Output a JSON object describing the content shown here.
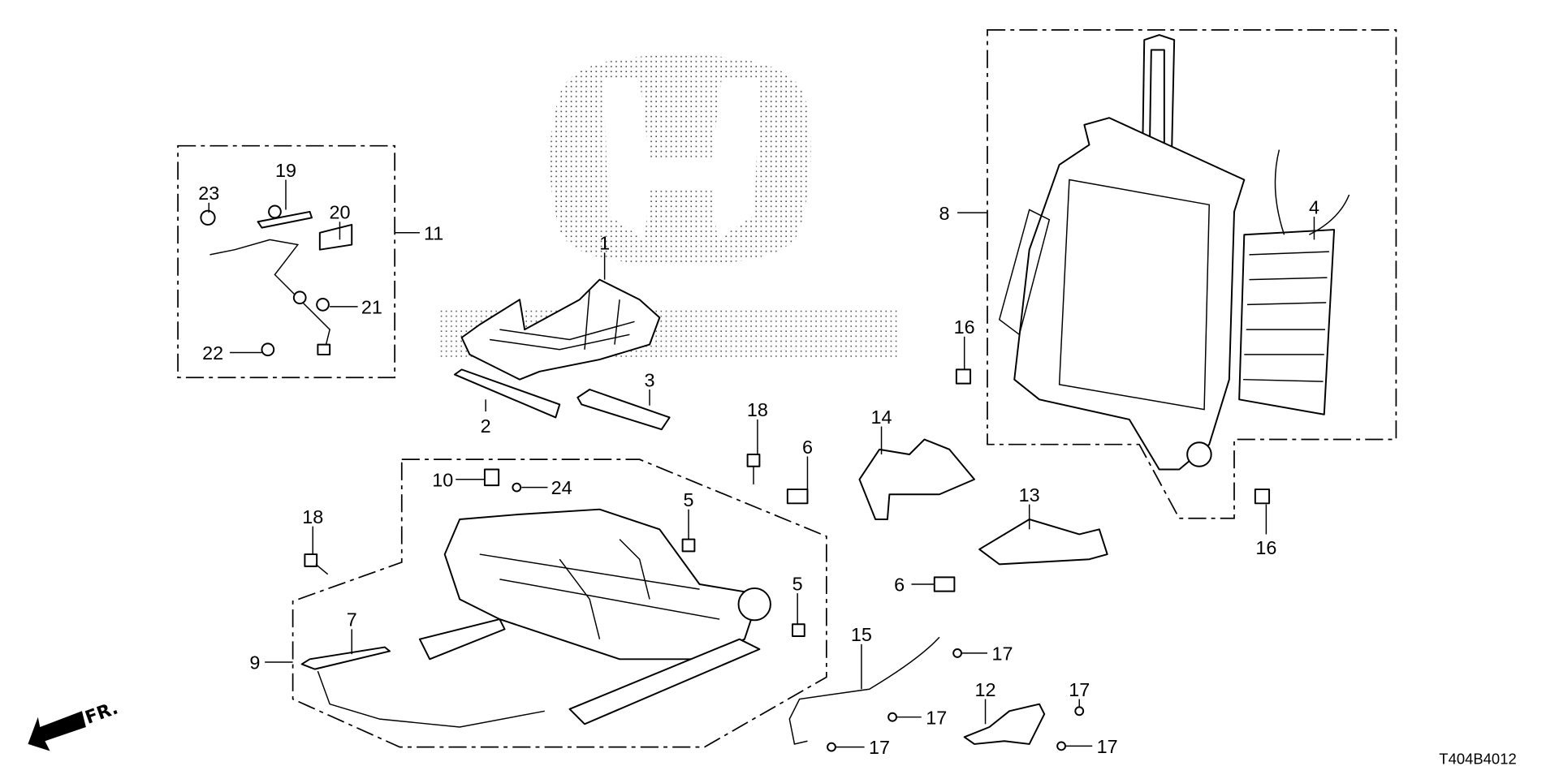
{
  "diagram": {
    "code": "T404B4012",
    "direction_label": "FR.",
    "watermark": "HONDA",
    "callouts": [
      "1",
      "2",
      "3",
      "4",
      "5",
      "5",
      "6",
      "6",
      "7",
      "8",
      "9",
      "10",
      "11",
      "12",
      "13",
      "14",
      "15",
      "16",
      "16",
      "17",
      "17",
      "17",
      "17",
      "17",
      "18",
      "18",
      "19",
      "20",
      "21",
      "22",
      "23",
      "24"
    ]
  }
}
